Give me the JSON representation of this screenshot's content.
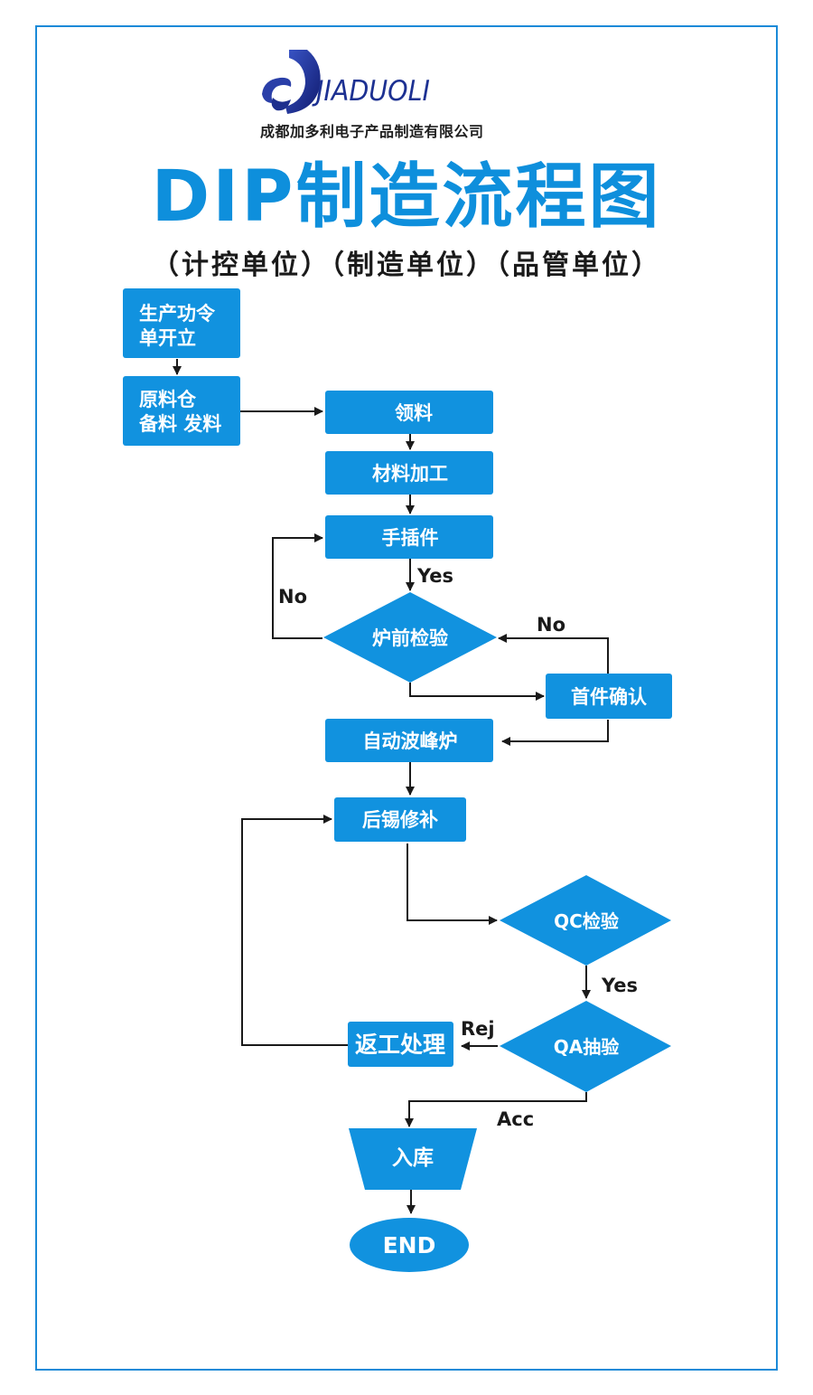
{
  "logo": {
    "wordmark": "JIADUOLI",
    "company": "成都加多利电子产品制造有限公司"
  },
  "title": "DIP制造流程图",
  "subtitle": "（计控单位）（制造单位）（品管单位）",
  "colors": {
    "node_fill": "#1192df",
    "title": "#0e8fdc",
    "frame": "#1b8ad8",
    "logo": "#1d3192"
  },
  "nodes": {
    "order": [
      "生产功令",
      "单开立"
    ],
    "warehouse": [
      "原料仓",
      "备料 发料"
    ],
    "pick": "领料",
    "process": "材料加工",
    "insert": "手插件",
    "precheck": "炉前检验",
    "first": "首件确认",
    "wave": "自动波峰炉",
    "touchup": "后锡修补",
    "qc": "QC检验",
    "qa": "QA抽验",
    "rework": "返工处理",
    "stock": "入库",
    "end": "END"
  },
  "labels": {
    "yes1": "Yes",
    "no_left": "No",
    "no_right": "No",
    "yes2": "Yes",
    "rej": "Rej",
    "acc": "Acc"
  }
}
